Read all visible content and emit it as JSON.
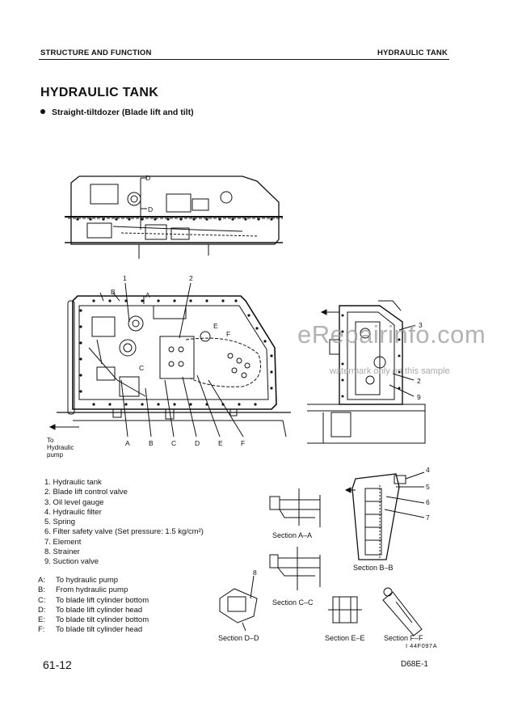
{
  "header": {
    "left": "STRUCTURE AND FUNCTION",
    "right": "HYDRAULIC TANK"
  },
  "title": "HYDRAULIC TANK",
  "subtitle": "Straight-tiltdozer (Blade lift and tilt)",
  "parts": [
    "1.  Hydraulic tank",
    "2.  Blade lift control valve",
    "3.  Oil level gauge",
    "4.  Hydraulic filter",
    "5.  Spring",
    "6.  Filter safety valve (Set pressure:  1.5 kg/cm²)",
    "7.  Element",
    "8.  Strainer",
    "9.  Suction valve"
  ],
  "ports": [
    {
      "key": "A:",
      "text": "To hydraulic pump"
    },
    {
      "key": "B:",
      "text": "From hydraulic pump"
    },
    {
      "key": "C:",
      "text": "To blade lift cylinder bottom"
    },
    {
      "key": "D:",
      "text": "To blade lift cylinder head"
    },
    {
      "key": "E:",
      "text": "To blade tilt cylinder bottom"
    },
    {
      "key": "F:",
      "text": "To blade tilt cylinder head"
    }
  ],
  "drawing_labels": {
    "to_pump": [
      "To",
      "Hydraulic",
      "pump"
    ],
    "bottom_letters": [
      "A",
      "B",
      "C",
      "D",
      "E",
      "F"
    ],
    "section_d_top": "D",
    "section_d_mid": "D",
    "section_b": "B",
    "section_a": "A",
    "section_e": "E",
    "section_f": "F",
    "sec_c": "C",
    "callout_1": "1",
    "callout_2": "2",
    "callout_3": "3",
    "callout_2b": "2",
    "callout_9": "9",
    "callout_4": "4",
    "callout_5": "5",
    "callout_6": "6",
    "callout_7": "7",
    "callout_8": "8"
  },
  "captions": {
    "aa": "Section A–A",
    "bb": "Section B–B",
    "cc": "Section C–C",
    "dd": "Section D–D",
    "ee": "Section E–E",
    "ff": "Section F–F"
  },
  "figure_id": "I 44F097A",
  "page_number": "61-12",
  "model": "D68E-1",
  "watermark": "eRepairinfo.com",
  "watermark_note": "watermark only on this sample"
}
